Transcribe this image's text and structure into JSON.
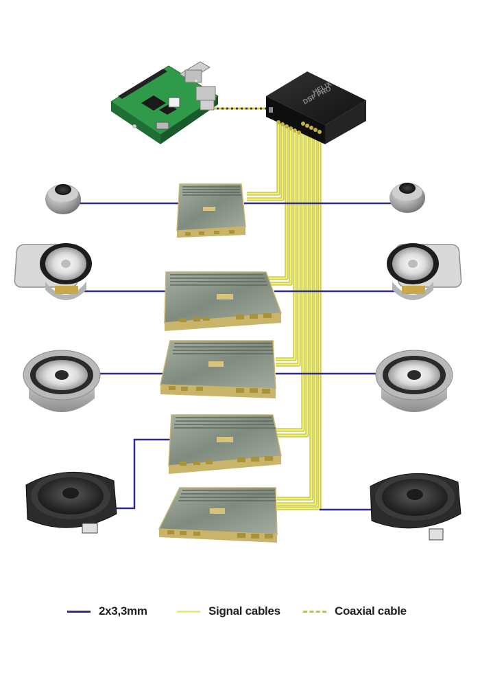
{
  "legend": [
    {
      "id": "speaker",
      "label": "2x3,3mm",
      "color": "#2e2a8c",
      "style": "solid"
    },
    {
      "id": "signal",
      "label": "Signal cables",
      "color": "#e9ef6a",
      "style": "solid"
    },
    {
      "id": "coax",
      "label": "Coaxial cable",
      "color": "#c9c330",
      "style": "dashed"
    }
  ],
  "dsp": {
    "brand": "HELIX",
    "model": "DSP PRO"
  },
  "colors": {
    "speaker_cable": "#2e2a8c",
    "signal_cable": "#e9ef6a",
    "signal_cable_outline": "#b8b22a",
    "coax_cable": "#c9c330",
    "amplifier_body": "#8f9a8e",
    "amplifier_trim": "#c9b46a",
    "dsp_body": "#1e1e1e",
    "pcb": "#2e9a4a"
  }
}
